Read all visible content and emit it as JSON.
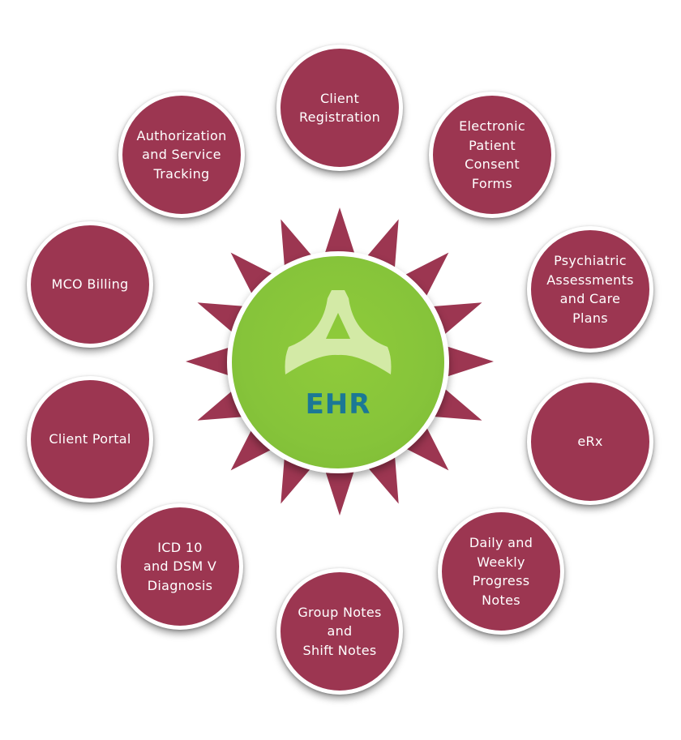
{
  "hub": {
    "title": "EHR",
    "logo_icon": "triangle-arch-logo-icon"
  },
  "nodes": [
    {
      "id": "client-registration",
      "label": "Client\nRegistration"
    },
    {
      "id": "electronic-patient-consent-forms",
      "label": "Electronic\nPatient\nConsent\nForms"
    },
    {
      "id": "psychiatric-assessments",
      "label": "Psychiatric\nAssessments\nand Care\nPlans"
    },
    {
      "id": "erx",
      "label": "eRx"
    },
    {
      "id": "progress-notes",
      "label": "Daily and\nWeekly\nProgress\nNotes"
    },
    {
      "id": "group-shift-notes",
      "label": "Group Notes\nand\nShift Notes"
    },
    {
      "id": "icd-dsm-diagnosis",
      "label": "ICD 10\nand DSM V\nDiagnosis"
    },
    {
      "id": "client-portal",
      "label": "Client Portal"
    },
    {
      "id": "mco-billing",
      "label": "MCO Billing"
    },
    {
      "id": "authorization-tracking",
      "label": "Authorization\nand Service\nTracking"
    }
  ],
  "colors": {
    "node_fill": "#9c3651",
    "hub_fill": "#86c43a",
    "hub_text": "#1b7895",
    "star_fill": "#9c3651",
    "logo_fill": "#d3eaa6"
  }
}
